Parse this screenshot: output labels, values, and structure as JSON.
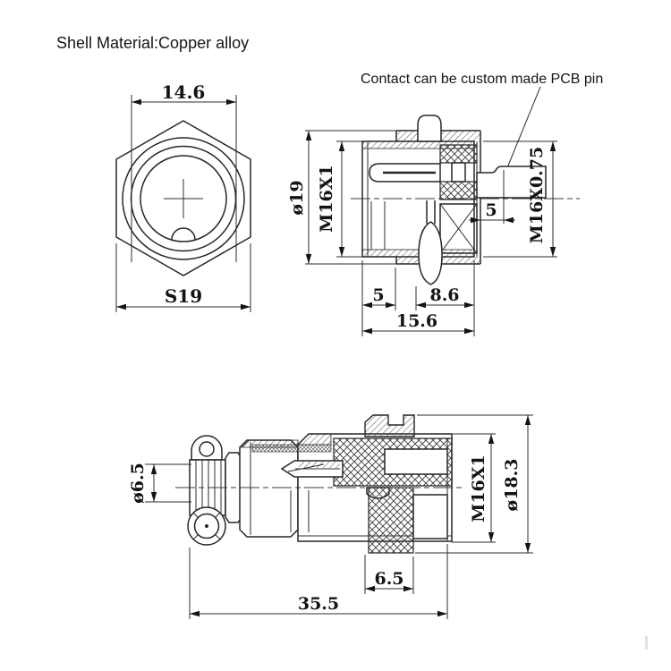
{
  "notes": {
    "shell_material": "Shell Material:Copper alloy",
    "contact": "Contact can be custom made PCB pin"
  },
  "front_view": {
    "dim_face_width": "14.6",
    "dim_hex": "S19"
  },
  "socket_view": {
    "dim_flange_diameter": "ø19",
    "dim_front_thread": "M16X1",
    "dim_rear_thread": "M16X0.75",
    "dim_pin_step": "5",
    "dim_front_len": "5",
    "dim_mid_len": "8.6",
    "dim_total_len": "15.6"
  },
  "plug_view": {
    "dim_cable_hole": "ø6.5",
    "dim_thread": "M16X1",
    "dim_outer_diameter": "ø18.3",
    "dim_nut_len": "6.5",
    "dim_total_len": "35.5"
  },
  "colors": {
    "line": "#262626",
    "background": "#ffffff"
  }
}
